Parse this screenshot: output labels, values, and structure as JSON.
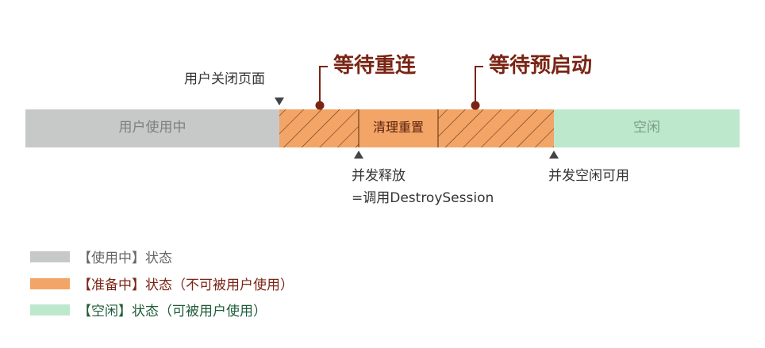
{
  "segments": {
    "in_use": "用户使用中",
    "cleanup": "清理重置",
    "idle": "空闲"
  },
  "phases": {
    "wait_reconnect": "等待重连",
    "wait_prestart": "等待预启动"
  },
  "markers": {
    "user_close_page": "用户关闭页面",
    "release_line1": "并发释放",
    "release_line2": "=调用DestroySession",
    "idle_available": "并发空闲可用"
  },
  "legend": [
    {
      "label": "【使用中】状态",
      "color": "#c7c9c9",
      "text_color": "#666666"
    },
    {
      "label": "【准备中】状态（不可被用户使用）",
      "color": "#f2a566",
      "text_color": "#7a2414"
    },
    {
      "label": "【空闲】状态（可被用户使用）",
      "color": "#bde8cc",
      "text_color": "#1f5c3a"
    }
  ],
  "colors": {
    "in_use": "#c7c9c9",
    "preparing": "#f2a566",
    "idle": "#bde8cc",
    "accent": "#7a2414"
  }
}
